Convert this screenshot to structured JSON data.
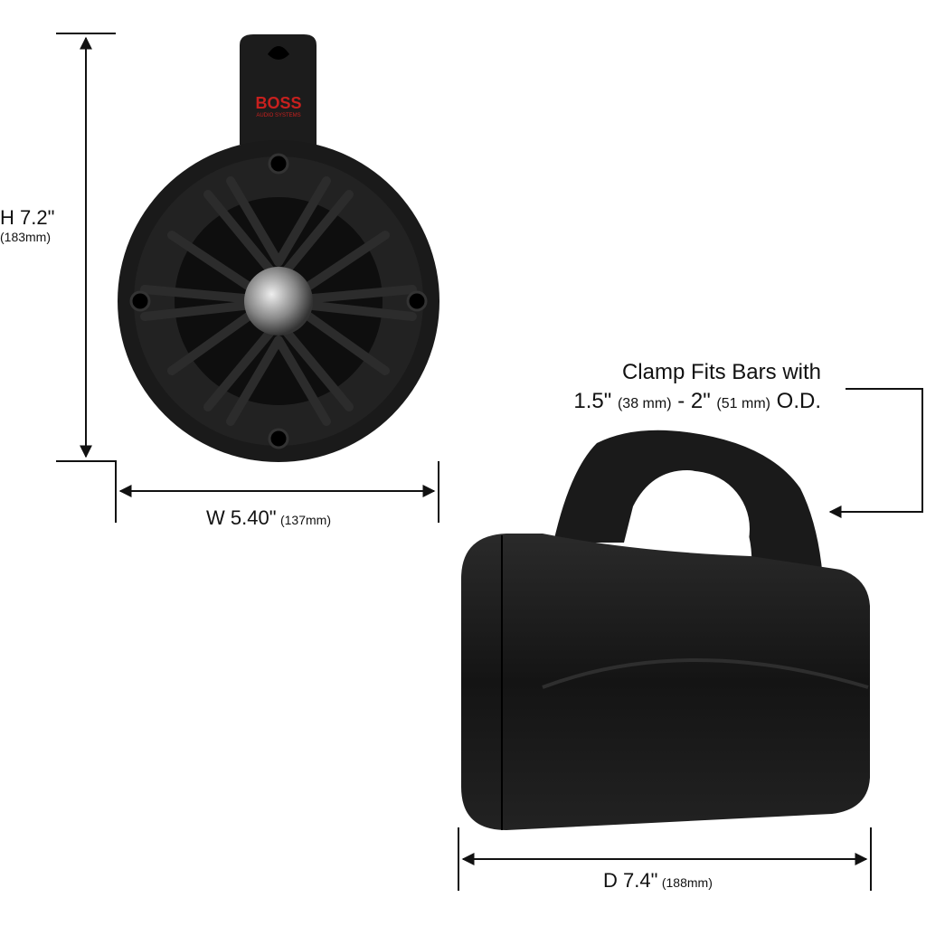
{
  "brand": {
    "logo": "BOSS",
    "logo_sub": "AUDIO SYSTEMS",
    "color": "#c8201e"
  },
  "dimensions": {
    "height": {
      "main": "H 7.2\"",
      "metric": "(183mm)"
    },
    "width": {
      "main": "W 5.40\"",
      "metric": "(137mm)"
    },
    "depth": {
      "main": "D 7.4\"",
      "metric": "(188mm)"
    }
  },
  "clamp": {
    "line1": "Clamp Fits Bars with",
    "size1": "1.5\"",
    "size1_metric": "(38 mm)",
    "sep": "-",
    "size2": "2\"",
    "size2_metric": "(51 mm)",
    "suffix": "O.D."
  },
  "colors": {
    "product": "#1a1a1a",
    "arrow": "#111111"
  }
}
